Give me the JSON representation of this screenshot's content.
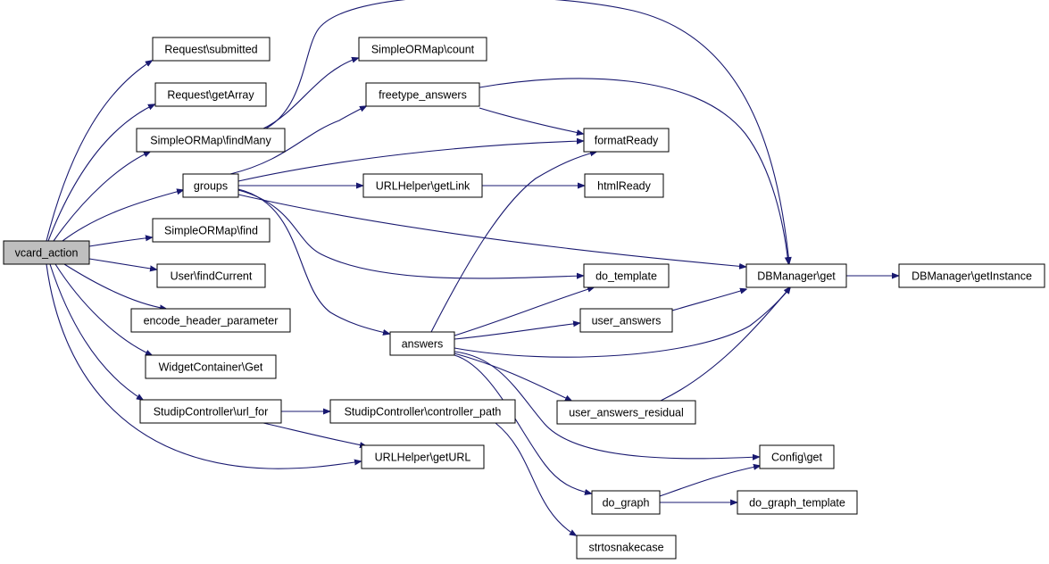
{
  "diagram": {
    "type": "call-graph",
    "colors": {
      "edge": "#191970",
      "root_fill": "#bfbfbf",
      "node_fill": "#ffffff",
      "border": "#000000"
    },
    "nodes": [
      {
        "id": "vcard_action",
        "label": "vcard_action",
        "root": true
      },
      {
        "id": "req_submitted",
        "label": "Request\\submitted"
      },
      {
        "id": "req_getArray",
        "label": "Request\\getArray"
      },
      {
        "id": "som_findMany",
        "label": "SimpleORMap\\findMany"
      },
      {
        "id": "groups",
        "label": "groups"
      },
      {
        "id": "som_find",
        "label": "SimpleORMap\\find"
      },
      {
        "id": "user_findCurrent",
        "label": "User\\findCurrent"
      },
      {
        "id": "encode_header",
        "label": "encode_header_parameter"
      },
      {
        "id": "widget_get",
        "label": "WidgetContainer\\Get"
      },
      {
        "id": "sc_url_for",
        "label": "StudipController\\url_for"
      },
      {
        "id": "som_count",
        "label": "SimpleORMap\\count"
      },
      {
        "id": "freetype_answers",
        "label": "freetype_answers"
      },
      {
        "id": "urlhelper_getLink",
        "label": "URLHelper\\getLink"
      },
      {
        "id": "answers",
        "label": "answers"
      },
      {
        "id": "sc_controller_path",
        "label": "StudipController\\controller_path"
      },
      {
        "id": "urlhelper_getURL",
        "label": "URLHelper\\getURL"
      },
      {
        "id": "formatReady",
        "label": "formatReady"
      },
      {
        "id": "htmlReady",
        "label": "htmlReady"
      },
      {
        "id": "do_template",
        "label": "do_template"
      },
      {
        "id": "user_answers",
        "label": "user_answers"
      },
      {
        "id": "user_answers_residual",
        "label": "user_answers_residual"
      },
      {
        "id": "do_graph",
        "label": "do_graph"
      },
      {
        "id": "strtosnakecase",
        "label": "strtosnakecase"
      },
      {
        "id": "dbmanager_get",
        "label": "DBManager\\get"
      },
      {
        "id": "config_get",
        "label": "Config\\get"
      },
      {
        "id": "do_graph_template",
        "label": "do_graph_template"
      },
      {
        "id": "dbmanager_getInstance",
        "label": "DBManager\\getInstance"
      }
    ],
    "edges": [
      [
        "vcard_action",
        "req_submitted"
      ],
      [
        "vcard_action",
        "req_getArray"
      ],
      [
        "vcard_action",
        "som_findMany"
      ],
      [
        "vcard_action",
        "groups"
      ],
      [
        "vcard_action",
        "som_find"
      ],
      [
        "vcard_action",
        "user_findCurrent"
      ],
      [
        "vcard_action",
        "encode_header"
      ],
      [
        "vcard_action",
        "widget_get"
      ],
      [
        "vcard_action",
        "sc_url_for"
      ],
      [
        "vcard_action",
        "urlhelper_getURL"
      ],
      [
        "som_findMany",
        "som_count"
      ],
      [
        "som_findMany",
        "dbmanager_get"
      ],
      [
        "groups",
        "freetype_answers"
      ],
      [
        "groups",
        "formatReady"
      ],
      [
        "groups",
        "urlhelper_getLink"
      ],
      [
        "groups",
        "dbmanager_get"
      ],
      [
        "groups",
        "do_template"
      ],
      [
        "groups",
        "answers"
      ],
      [
        "sc_url_for",
        "sc_controller_path"
      ],
      [
        "sc_url_for",
        "urlhelper_getURL"
      ],
      [
        "freetype_answers",
        "formatReady"
      ],
      [
        "freetype_answers",
        "dbmanager_get"
      ],
      [
        "urlhelper_getLink",
        "htmlReady"
      ],
      [
        "answers",
        "formatReady"
      ],
      [
        "answers",
        "do_template"
      ],
      [
        "answers",
        "user_answers"
      ],
      [
        "answers",
        "dbmanager_get"
      ],
      [
        "answers",
        "user_answers_residual"
      ],
      [
        "answers",
        "config_get"
      ],
      [
        "answers",
        "do_graph"
      ],
      [
        "sc_controller_path",
        "strtosnakecase"
      ],
      [
        "user_answers",
        "dbmanager_get"
      ],
      [
        "user_answers_residual",
        "dbmanager_get"
      ],
      [
        "do_graph",
        "config_get"
      ],
      [
        "do_graph",
        "do_graph_template"
      ],
      [
        "dbmanager_get",
        "dbmanager_getInstance"
      ]
    ]
  }
}
